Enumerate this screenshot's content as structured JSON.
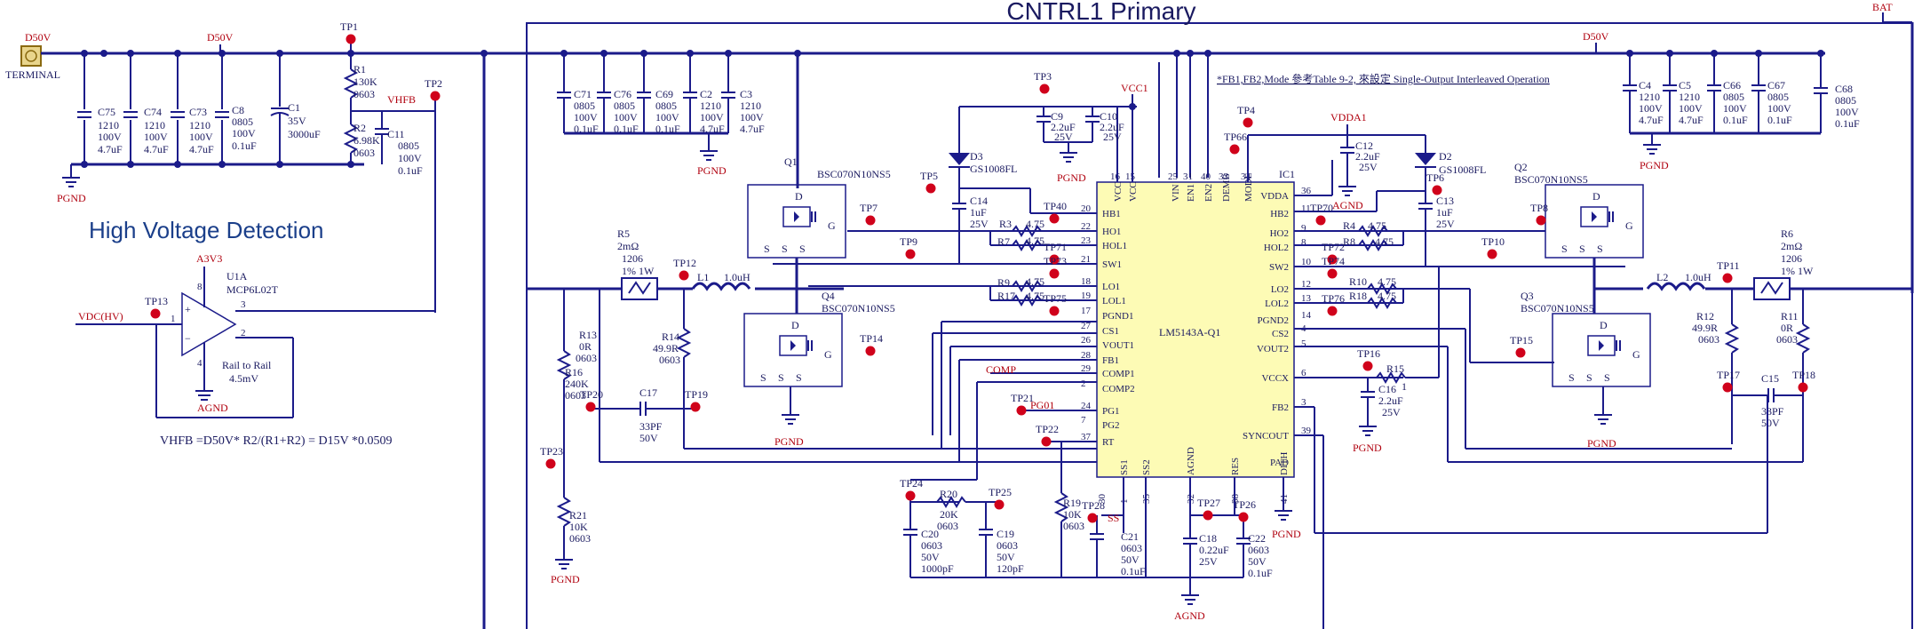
{
  "titles": {
    "primary": "CNTRL1 Primary",
    "hv_detect": "High Voltage Detection",
    "formula": "VHFB =D50V* R2/(R1+R2) = D15V *0.0509",
    "fb_note": "*FB1,FB2,Mode 參考Table 9-2, 來設定 Single-Output Interleaved Operation"
  },
  "nets": {
    "d50v": "D50V",
    "terminal": "TERMINAL",
    "vhfb": "VHFB",
    "vcc1": "VCC1",
    "vdda1": "VDDA1",
    "bat": "BAT",
    "a3v3": "A3V3",
    "vdc_hv": "VDC(HV)",
    "comp": "COMP",
    "pg01": "PG01",
    "ss": "SS",
    "pgnd": "PGND",
    "agnd": "AGND"
  },
  "ic": {
    "ref": "IC1",
    "part": "LM5143A-Q1",
    "top_pins": [
      "VCC",
      "VCC",
      "VIN",
      "EN1",
      "EN2",
      "DEMB",
      "MODE"
    ],
    "top_nums": [
      "16",
      "15",
      "25",
      "31",
      "40",
      "33",
      "34"
    ],
    "left_pins": [
      "HB1",
      "HO1",
      "HOL1",
      "SW1",
      "LO1",
      "LOL1",
      "PGND1",
      "CS1",
      "VOUT1",
      "FB1",
      "COMP1",
      "COMP2",
      "PG1",
      "PG2",
      "RT"
    ],
    "left_nums": [
      "20",
      "22",
      "23",
      "21",
      "18",
      "19",
      "17",
      "27",
      "26",
      "28",
      "29",
      "2",
      "24",
      "7",
      "37"
    ],
    "right_pins": [
      "VDDA",
      "HB2",
      "HO2",
      "HOL2",
      "SW2",
      "LO2",
      "LOL2",
      "PGND2",
      "CS2",
      "VOUT2",
      "VCCX",
      "FB2",
      "SYNCOUT",
      "PAD"
    ],
    "right_nums": [
      "36",
      "11",
      "9",
      "8",
      "10",
      "12",
      "13",
      "14",
      "4",
      "5",
      "6",
      "3",
      "39"
    ],
    "bottom_pins": [
      "SS1",
      "SS2",
      "AGND",
      "RES",
      "DITH"
    ],
    "bottom_nums": [
      "30",
      "1",
      "35",
      "32",
      "38",
      "41"
    ]
  },
  "components": {
    "c75": [
      "C75",
      "1210",
      "100V",
      "4.7uF"
    ],
    "c74": [
      "C74",
      "1210",
      "100V",
      "4.7uF"
    ],
    "c73": [
      "C73",
      "1210",
      "100V",
      "4.7uF"
    ],
    "c8": [
      "C8",
      "0805",
      "100V",
      "0.1uF"
    ],
    "c1": [
      "C1",
      "35V",
      "3000uF"
    ],
    "r1": [
      "R1",
      "130K",
      "0603"
    ],
    "r2": [
      "R2",
      "6.98K",
      "0603"
    ],
    "c11": [
      "C11",
      "0805",
      "100V",
      "0.1uF"
    ],
    "c71": [
      "C71",
      "0805",
      "100V",
      "0.1uF"
    ],
    "c76": [
      "C76",
      "0805",
      "100V",
      "0.1uF"
    ],
    "c69": [
      "C69",
      "0805",
      "100V",
      "0.1uF"
    ],
    "c2": [
      "C2",
      "1210",
      "100V",
      "4.7uF"
    ],
    "c3": [
      "C3",
      "1210",
      "100V",
      "4.7uF"
    ],
    "c9": [
      "C9",
      "2.2uF",
      "25V"
    ],
    "c10": [
      "C10",
      "2.2uF",
      "25V"
    ],
    "c12": [
      "C12",
      "2.2uF",
      "25V"
    ],
    "c4": [
      "C4",
      "1210",
      "100V",
      "4.7uF"
    ],
    "c5": [
      "C5",
      "1210",
      "100V",
      "4.7uF"
    ],
    "c66": [
      "C66",
      "0805",
      "100V",
      "0.1uF"
    ],
    "c67": [
      "C67",
      "0805",
      "100V",
      "0.1uF"
    ],
    "c68": [
      "C68",
      "0805",
      "100V",
      "0.1uF"
    ],
    "q1": [
      "Q1",
      "BSC070N10NS5"
    ],
    "q2": [
      "Q2",
      "BSC070N10NS5"
    ],
    "q3": [
      "Q3",
      "BSC070N10NS5"
    ],
    "q4": [
      "Q4",
      "BSC070N10NS5"
    ],
    "d3": [
      "D3",
      "GS1008FL"
    ],
    "d2": [
      "D2",
      "GS1008FL"
    ],
    "c14": [
      "C14",
      "1uF",
      "25V"
    ],
    "c13": [
      "C13",
      "1uF",
      "25V"
    ],
    "r3": [
      "R3",
      "4.75"
    ],
    "r7": [
      "R7",
      "4.75"
    ],
    "r4": [
      "R4",
      "4.75"
    ],
    "r8": [
      "R8",
      "4.75"
    ],
    "r9": [
      "R9",
      "4.75"
    ],
    "r17": [
      "R17",
      "4.75"
    ],
    "r10": [
      "R10",
      "4.75"
    ],
    "r18": [
      "R18",
      "4.75"
    ],
    "r5": [
      "R5",
      "2mΩ",
      "1206",
      "1% 1W"
    ],
    "r6": [
      "R6",
      "2mΩ",
      "1206",
      "1% 1W"
    ],
    "l1": [
      "L1",
      "1.0uH"
    ],
    "l2": [
      "L2",
      "1.0uH"
    ],
    "r13": [
      "R13",
      "0R",
      "0603"
    ],
    "r14": [
      "R14",
      "49.9R",
      "0603"
    ],
    "r16": [
      "R16",
      "240K",
      "0603"
    ],
    "c17": [
      "C17",
      "33PF",
      "50V"
    ],
    "r12": [
      "R12",
      "49.9R",
      "0603"
    ],
    "r11": [
      "R11",
      "0R",
      "0603"
    ],
    "c15": [
      "C15",
      "33PF",
      "50V"
    ],
    "r15": [
      "R15",
      "1"
    ],
    "c16": [
      "C16",
      "2.2uF",
      "25V"
    ],
    "r20": [
      "R20",
      "20K",
      "0603"
    ],
    "c20": [
      "C20",
      "0603",
      "50V",
      "1000pF"
    ],
    "c19": [
      "C19",
      "0603",
      "50V",
      "120pF"
    ],
    "r19": [
      "R19",
      "10K",
      "0603"
    ],
    "c21": [
      "C21",
      "0603",
      "50V",
      "0.1uF"
    ],
    "c18": [
      "C18",
      "0.22uF",
      "25V"
    ],
    "c22": [
      "C22",
      "0603",
      "50V",
      "0.1uF"
    ],
    "r21": [
      "R21",
      "10K",
      "0603"
    ],
    "u1a": [
      "U1A",
      "MCP6L02T",
      "Rail to Rail",
      "4.5mV"
    ]
  },
  "testpoints": [
    "TP1",
    "TP2",
    "TP3",
    "TP4",
    "TP5",
    "TP6",
    "TP7",
    "TP8",
    "TP9",
    "TP10",
    "TP11",
    "TP12",
    "TP13",
    "TP14",
    "TP15",
    "TP16",
    "TP17",
    "TP18",
    "TP19",
    "TP20",
    "TP21",
    "TP22",
    "TP23",
    "TP24",
    "TP25",
    "TP26",
    "TP27",
    "TP28",
    "TP66",
    "TP70",
    "TP71",
    "TP72",
    "TP73",
    "TP74",
    "TP75",
    "TP76",
    "TP40"
  ],
  "colors": {
    "wire": "#1b1b8a",
    "testpoint": "#d0021b",
    "ic_fill": "#fdfbb5",
    "text": "#1a1a60",
    "net_red": "#b0000e"
  }
}
